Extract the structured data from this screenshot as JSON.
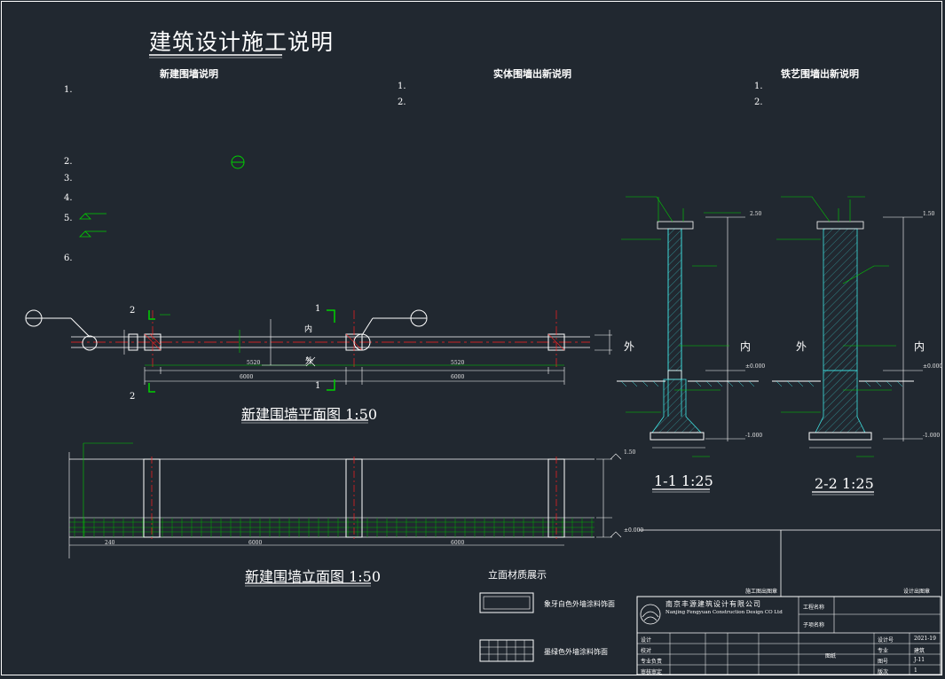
{
  "sheet": {
    "title": "建筑设计施工说明"
  },
  "notes": {
    "col1": {
      "heading": "新建围墙说明",
      "items": [
        "1.",
        "2.",
        "3.",
        "4.",
        "5.",
        "6."
      ]
    },
    "col2": {
      "heading": "实体围墙出新说明",
      "items": [
        "1.",
        "2."
      ]
    },
    "col3": {
      "heading": "铁艺围墙出新说明",
      "items": [
        "1.",
        "2."
      ]
    }
  },
  "plan": {
    "title": "新建围墙平面图  1:50",
    "dims": [
      "6000",
      "6000",
      "5520",
      "5520"
    ],
    "cut_labels": [
      "2",
      "2",
      "1",
      "1"
    ],
    "inside_label": "内",
    "outside_label": "外"
  },
  "elevation": {
    "title": "新建围墙立面图  1:50",
    "dims": [
      "240",
      "6000",
      "6000"
    ],
    "levels": [
      "1.50",
      "±0.000"
    ]
  },
  "section_1": {
    "title": "1-1  1:25",
    "outside": "外",
    "inside": "内",
    "levels": [
      "2.50",
      "±0.000",
      "-1.000"
    ]
  },
  "section_2": {
    "title": "2-2  1:25",
    "outside": "外",
    "inside": "内",
    "levels": [
      "1.50",
      "±0.000",
      "-1.000"
    ]
  },
  "legend": {
    "title": "立面材质展示",
    "items": [
      "象牙白色外墙涂料饰面",
      "墨绿色外墙涂料饰面"
    ]
  },
  "title_block": {
    "company_cn": "南京丰源建筑设计有限公司",
    "company_en": "Nanjing Fengyuan Construction Design CO Ltd",
    "project_label": "工程名称",
    "subproject_label": "子项名称",
    "drawing_label": "图纸",
    "rows": [
      "设计",
      "校对",
      "专业负责",
      "审核审定"
    ],
    "right_rows": [
      "设计号",
      "专业",
      "图号",
      "版次"
    ],
    "right_vals": [
      "2021-19",
      "建筑",
      "J-11",
      "1"
    ],
    "stamp1": "施工图出图章",
    "stamp2": "设计出图章"
  },
  "colors": {
    "background": "#212830",
    "line": "#ffffff",
    "green": "#00d000",
    "cyan": "#3fe0e0",
    "red": "#ff2020",
    "yellow": "#e0e000"
  }
}
